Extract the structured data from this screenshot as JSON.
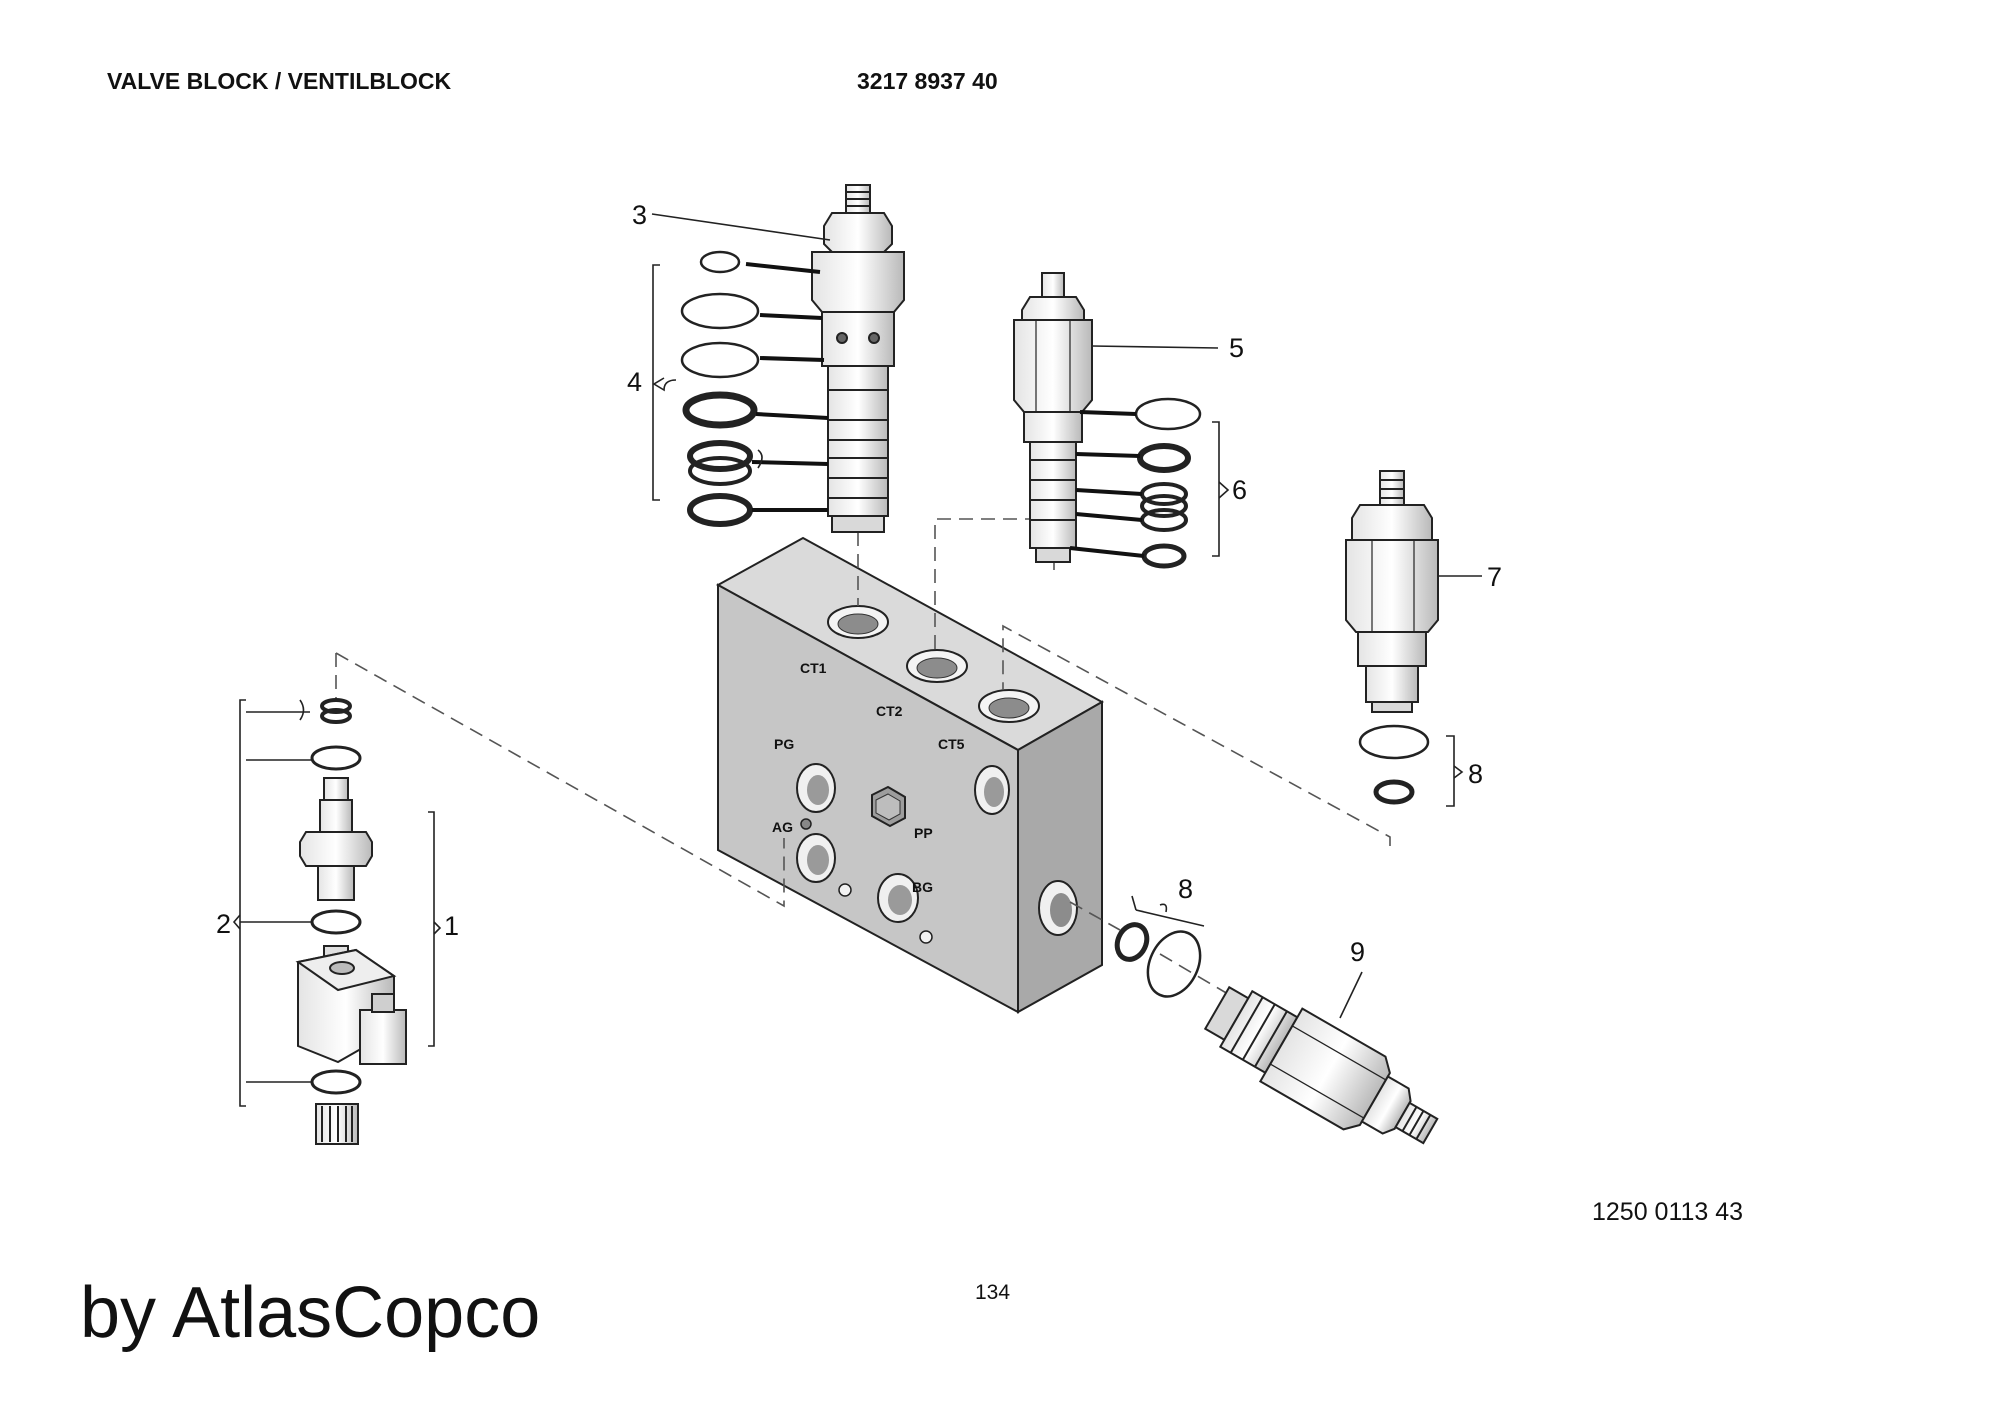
{
  "header": {
    "title": "VALVE BLOCK / VENTILBLOCK",
    "part_number": "3217 8937 40"
  },
  "callouts": {
    "c1": "1",
    "c2": "2",
    "c3": "3",
    "c4": "4",
    "c5": "5",
    "c6": "6",
    "c7": "7",
    "c8a": "8",
    "c8b": "8",
    "c9": "9"
  },
  "ports": {
    "ct1": "CT1",
    "ct2": "CT2",
    "ct5": "CT5",
    "pg": "PG",
    "pp": "PP",
    "ag": "AG",
    "bg": "BG"
  },
  "footer": {
    "drawing_number": "1250 0113 43",
    "page_number": "134",
    "brand": "by AtlasCopco"
  }
}
